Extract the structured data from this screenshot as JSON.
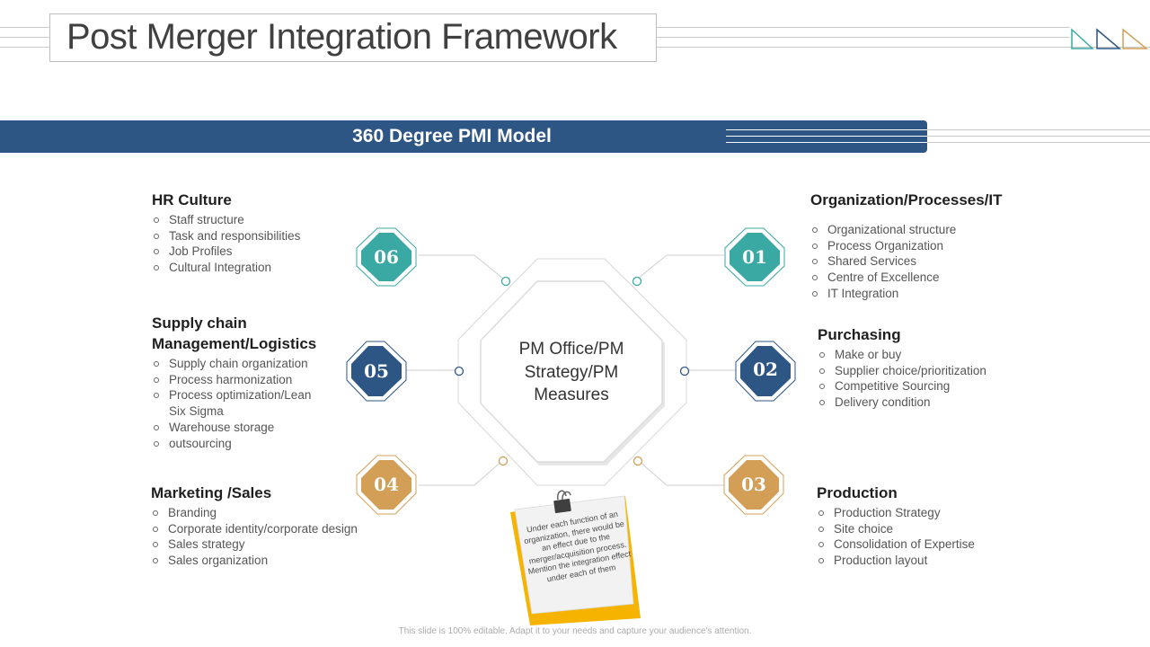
{
  "header": {
    "title": "Post Merger Integration Framework"
  },
  "banner": {
    "label": "360 Degree PMI Model"
  },
  "center": {
    "label": "PM Office/PM Strategy/PM Measures"
  },
  "colors": {
    "teal": "#3aa9a4",
    "navy": "#2e5684",
    "gold": "#d39f57"
  },
  "nodes": [
    {
      "number": "01",
      "color": "teal"
    },
    {
      "number": "02",
      "color": "navy"
    },
    {
      "number": "03",
      "color": "gold"
    },
    {
      "number": "04",
      "color": "gold"
    },
    {
      "number": "05",
      "color": "navy"
    },
    {
      "number": "06",
      "color": "teal"
    }
  ],
  "blocks": {
    "hr": {
      "title": "HR Culture",
      "items": [
        "Staff structure",
        "Task and responsibilities",
        "Job Profiles",
        "Cultural Integration"
      ]
    },
    "supply": {
      "title_line1": "Supply chain",
      "title_line2": "Management/Logistics",
      "items": [
        "Supply chain organization",
        "Process harmonization",
        "Process optimization/Lean",
        "Six Sigma",
        "Warehouse storage",
        "outsourcing"
      ]
    },
    "marketing": {
      "title": "Marketing /Sales",
      "items": [
        "Branding",
        "Corporate identity/corporate design",
        "Sales strategy",
        "Sales organization"
      ]
    },
    "org": {
      "title": "Organization/Processes/IT",
      "items": [
        "Organizational structure",
        "Process Organization",
        "Shared Services",
        "Centre of Excellence",
        "IT Integration"
      ]
    },
    "purchasing": {
      "title": "Purchasing",
      "items": [
        "Make or buy",
        "Supplier choice/prioritization",
        "Competitive Sourcing",
        "Delivery condition"
      ]
    },
    "production": {
      "title": "Production",
      "items": [
        "Production Strategy",
        "Site choice",
        "Consolidation of Expertise",
        "Production layout"
      ]
    }
  },
  "note": {
    "text": "Under each function of an organization, there would be an effect due to the merger/acquisition process. Mention the integration effect under each of them"
  },
  "footer": {
    "text": "This slide is 100% editable. Adapt it to your needs and capture your audience's attention."
  }
}
